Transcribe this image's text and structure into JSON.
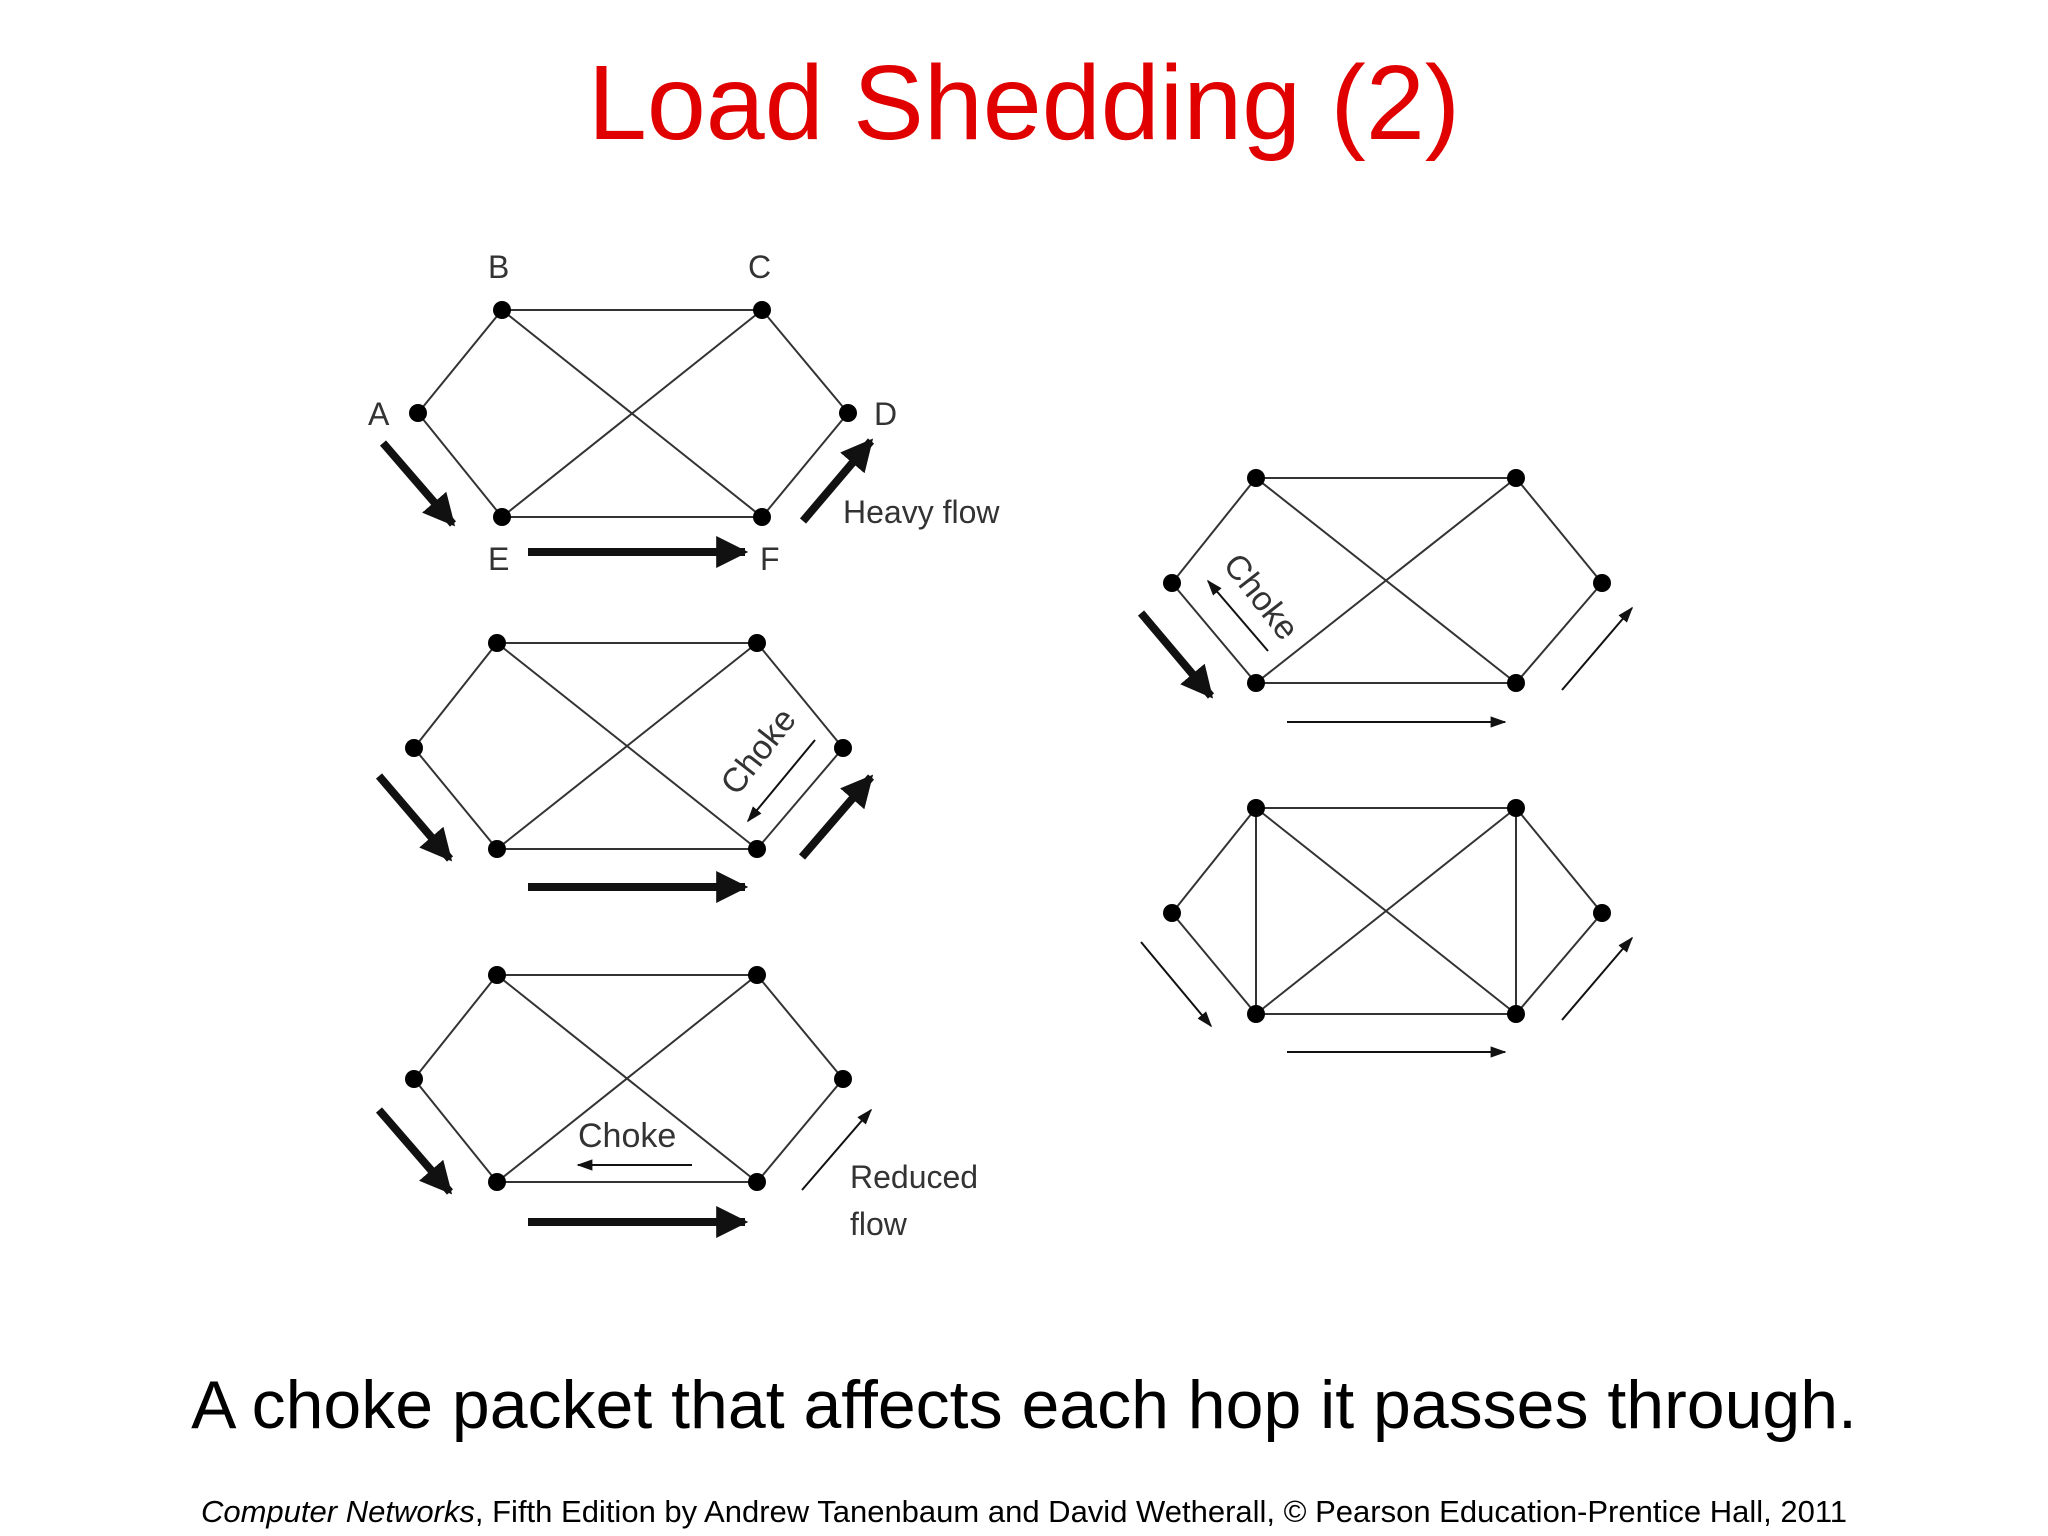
{
  "slide": {
    "title": "Load Shedding (2)",
    "caption": "A choke packet that affects each hop it passes through.",
    "footer": {
      "book": "Computer Networks",
      "rest": ", Fifth Edition by Andrew Tanenbaum and David Wetherall, © Pearson Education-Prentice Hall, 2011"
    },
    "title_color": "#e00000"
  },
  "diagram": {
    "node_labels": [
      "A",
      "B",
      "C",
      "D",
      "E",
      "F"
    ],
    "heavy_flow_label": "Heavy flow",
    "choke_label": "Choke",
    "reduced_flow_label_line1": "Reduced",
    "reduced_flow_label_line2": "flow"
  }
}
